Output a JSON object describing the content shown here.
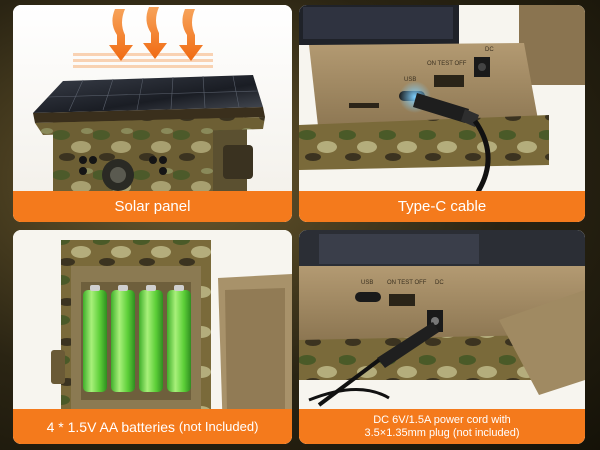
{
  "panels": {
    "solar": {
      "caption": "Solar panel"
    },
    "typec": {
      "caption": "Type-C cable",
      "ports": {
        "usb": "USB",
        "switch": "ON TEST OFF",
        "dc": "DC"
      }
    },
    "battery": {
      "caption_main": "4 * 1.5V AA batteries",
      "caption_note": "(not Included)"
    },
    "dc": {
      "caption_line1": "DC 6V/1.5A power cord with",
      "caption_line2_main": "3.5×1.35mm plug",
      "caption_line2_note": "(not included)",
      "ports": {
        "usb": "USB",
        "switch": "ON TEST OFF",
        "dc": "DC"
      }
    }
  },
  "colors": {
    "caption_bg": "#f47a1c",
    "camo_base": "#7a6a3a",
    "battery_green": "#6fd44a",
    "arrow_orange": "#f5892a"
  }
}
